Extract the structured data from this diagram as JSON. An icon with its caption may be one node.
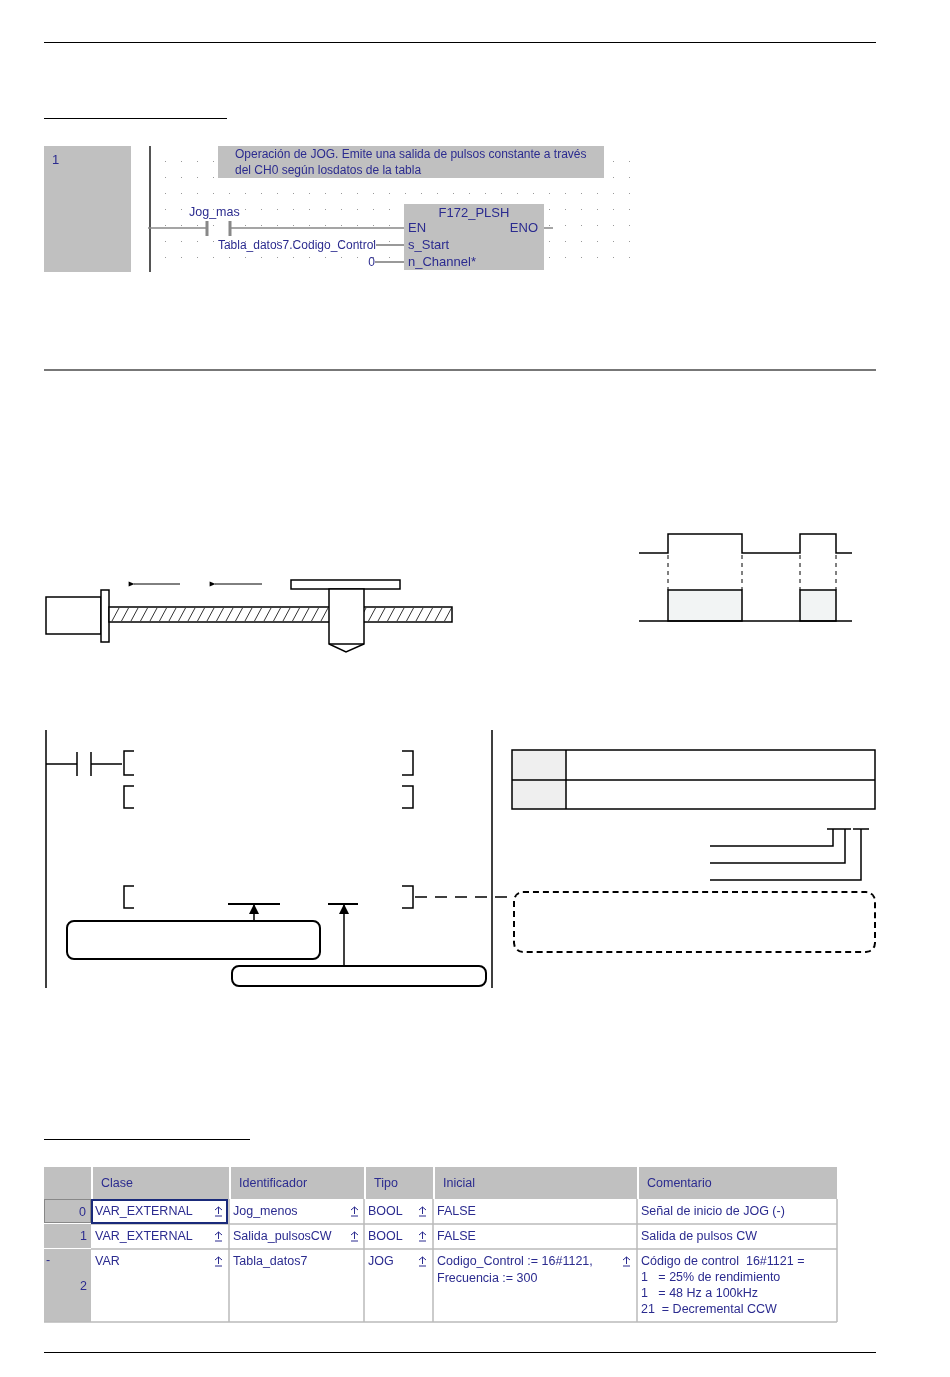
{
  "diagram": {
    "nodes": [
      {
        "text": [
          "1"
        ]
      },
      {
        "text": [
          "Operación de JOG. Emite una salida de pulsos constante a través del CH0 según losdatos de la tabla"
        ]
      },
      {
        "text": [
          "F172_PLSH",
          "EN",
          "ENO",
          "s_Start",
          "n_Channel*"
        ]
      },
      {
        "text": [
          "Tabla_datos7.Codigo_Control"
        ]
      },
      {
        "text": [
          "0"
        ]
      },
      {
        "text": [],
        "shape": "box"
      },
      {
        "text": [],
        "shape": "box"
      },
      {
        "text": [],
        "shape": "box"
      },
      {
        "text": [],
        "shape": "bar"
      },
      {
        "text": [],
        "shape": "bar"
      }
    ],
    "edges": [
      {
        "from": 3,
        "to": 2,
        "arrow": "none",
        "color": "#777777"
      },
      {
        "from": 4,
        "to": 2,
        "arrow": "none",
        "color": "#777777"
      },
      {
        "from": 5,
        "to": 8,
        "arrow": "to"
      },
      {
        "from": 6,
        "to": 9,
        "arrow": "to"
      },
      {
        "from": null,
        "to": 7,
        "arrow": "none",
        "style": "dashed"
      }
    ],
    "labels": [
      "Jog_mas",
      "Clase",
      "Identificador",
      "Tipo",
      "Inicial",
      "Comentario",
      "0",
      "VAR_EXTERNAL",
      "Jog_menos",
      "BOOL",
      "FALSE",
      "Señal de inicio de JOG (-)",
      "1",
      "VAR_EXTERNAL",
      "Salida_pulsosCW",
      "BOOL",
      "FALSE",
      "Salida de pulsos CW",
      "-",
      "2",
      "VAR",
      "Tabla_datos7",
      "JOG",
      "Codigo_Control := 16#1121,",
      "Frecuencia := 300",
      "Código de control  16#1121 =",
      "1   = 25% de rendimiento",
      "1   = 48 Hz a 100kHz",
      "21  = Decremental CCW"
    ]
  }
}
